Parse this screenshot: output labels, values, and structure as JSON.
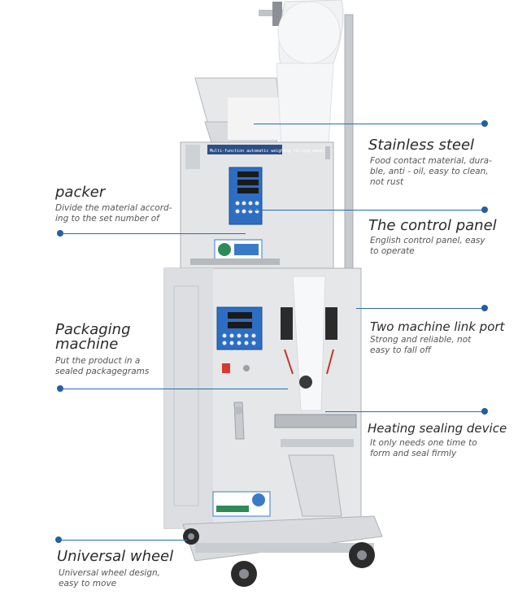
{
  "labels": {
    "stainless": {
      "title": "Stainless steel",
      "desc": "Food contact material, dura-\nble, anti - oil, easy to clean,\nnot rust"
    },
    "control": {
      "title": "The control panel",
      "desc": "English control panel, easy\nto operate"
    },
    "link": {
      "title": "Two machine link port",
      "desc": "Strong and reliable, not\neasy to fall off"
    },
    "heating": {
      "title": "Heating sealing device",
      "desc": "It only needs one time to\nform and seal firmly"
    },
    "packer": {
      "title": "packer",
      "desc": "Divide the material accord-\ning to the set number of"
    },
    "packaging": {
      "title": "Packaging\nmachine",
      "desc": "Put the product in a\nsealed packagegrams"
    },
    "wheel": {
      "title": "Universal wheel",
      "desc": "Universal wheel design,\neasy to move"
    }
  },
  "machine": {
    "banner_text": "Multi-function automatic weighing filling machine",
    "accent_color": "#1f5fa8"
  }
}
